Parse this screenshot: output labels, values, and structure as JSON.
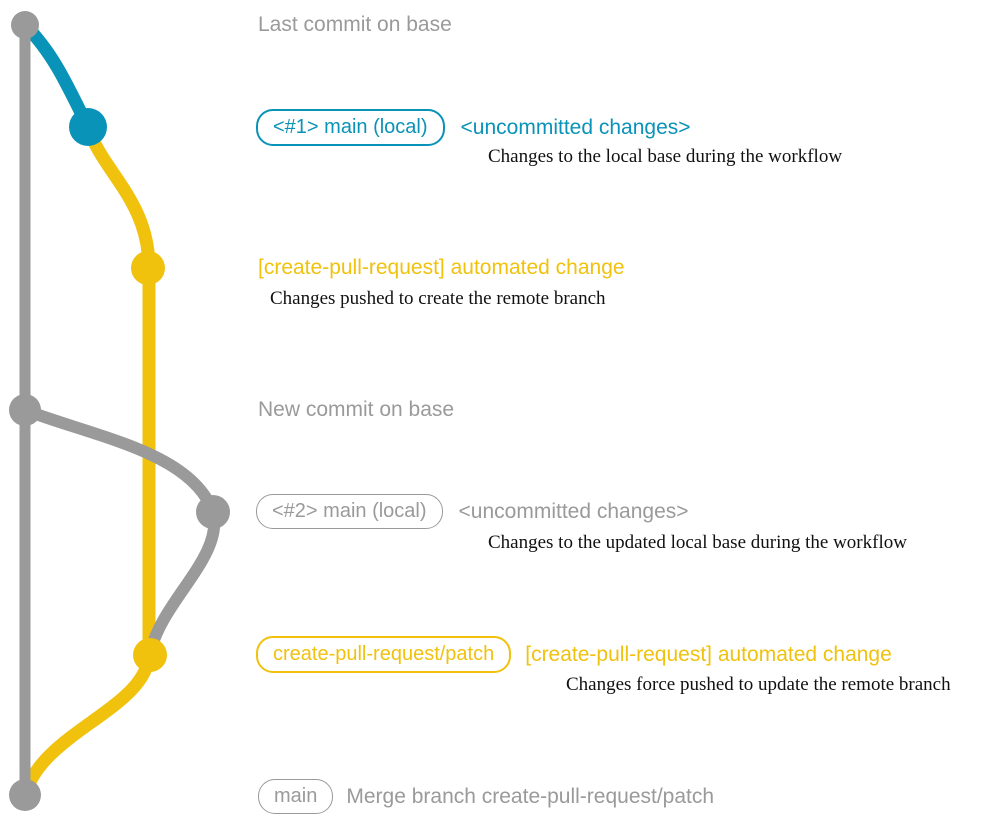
{
  "colors": {
    "gray": "#9a9a9a",
    "blue": "#0993b8",
    "yellow": "#f0c20e",
    "ink": "#111111",
    "background": "#ffffff"
  },
  "diagram": {
    "top_annotation": "Last commit on base",
    "workflow1_uncommitted": {
      "badge": "<#1> main (local)",
      "status": "<uncommitted changes>",
      "description": "Changes to the local base during the workflow"
    },
    "workflow1_push": {
      "title": "[create-pull-request] automated change",
      "description": "Changes pushed to create the remote branch"
    },
    "middle_annotation": "New commit on base",
    "workflow2_uncommitted": {
      "badge": "<#2> main (local)",
      "status": "<uncommitted changes>",
      "description": "Changes to the updated local base during the workflow"
    },
    "workflow2_push": {
      "badge": "create-pull-request/patch",
      "title": "[create-pull-request] automated change",
      "description": "Changes force pushed to update the remote branch"
    },
    "merge": {
      "badge": "main",
      "message": "Merge branch create-pull-request/patch"
    }
  }
}
